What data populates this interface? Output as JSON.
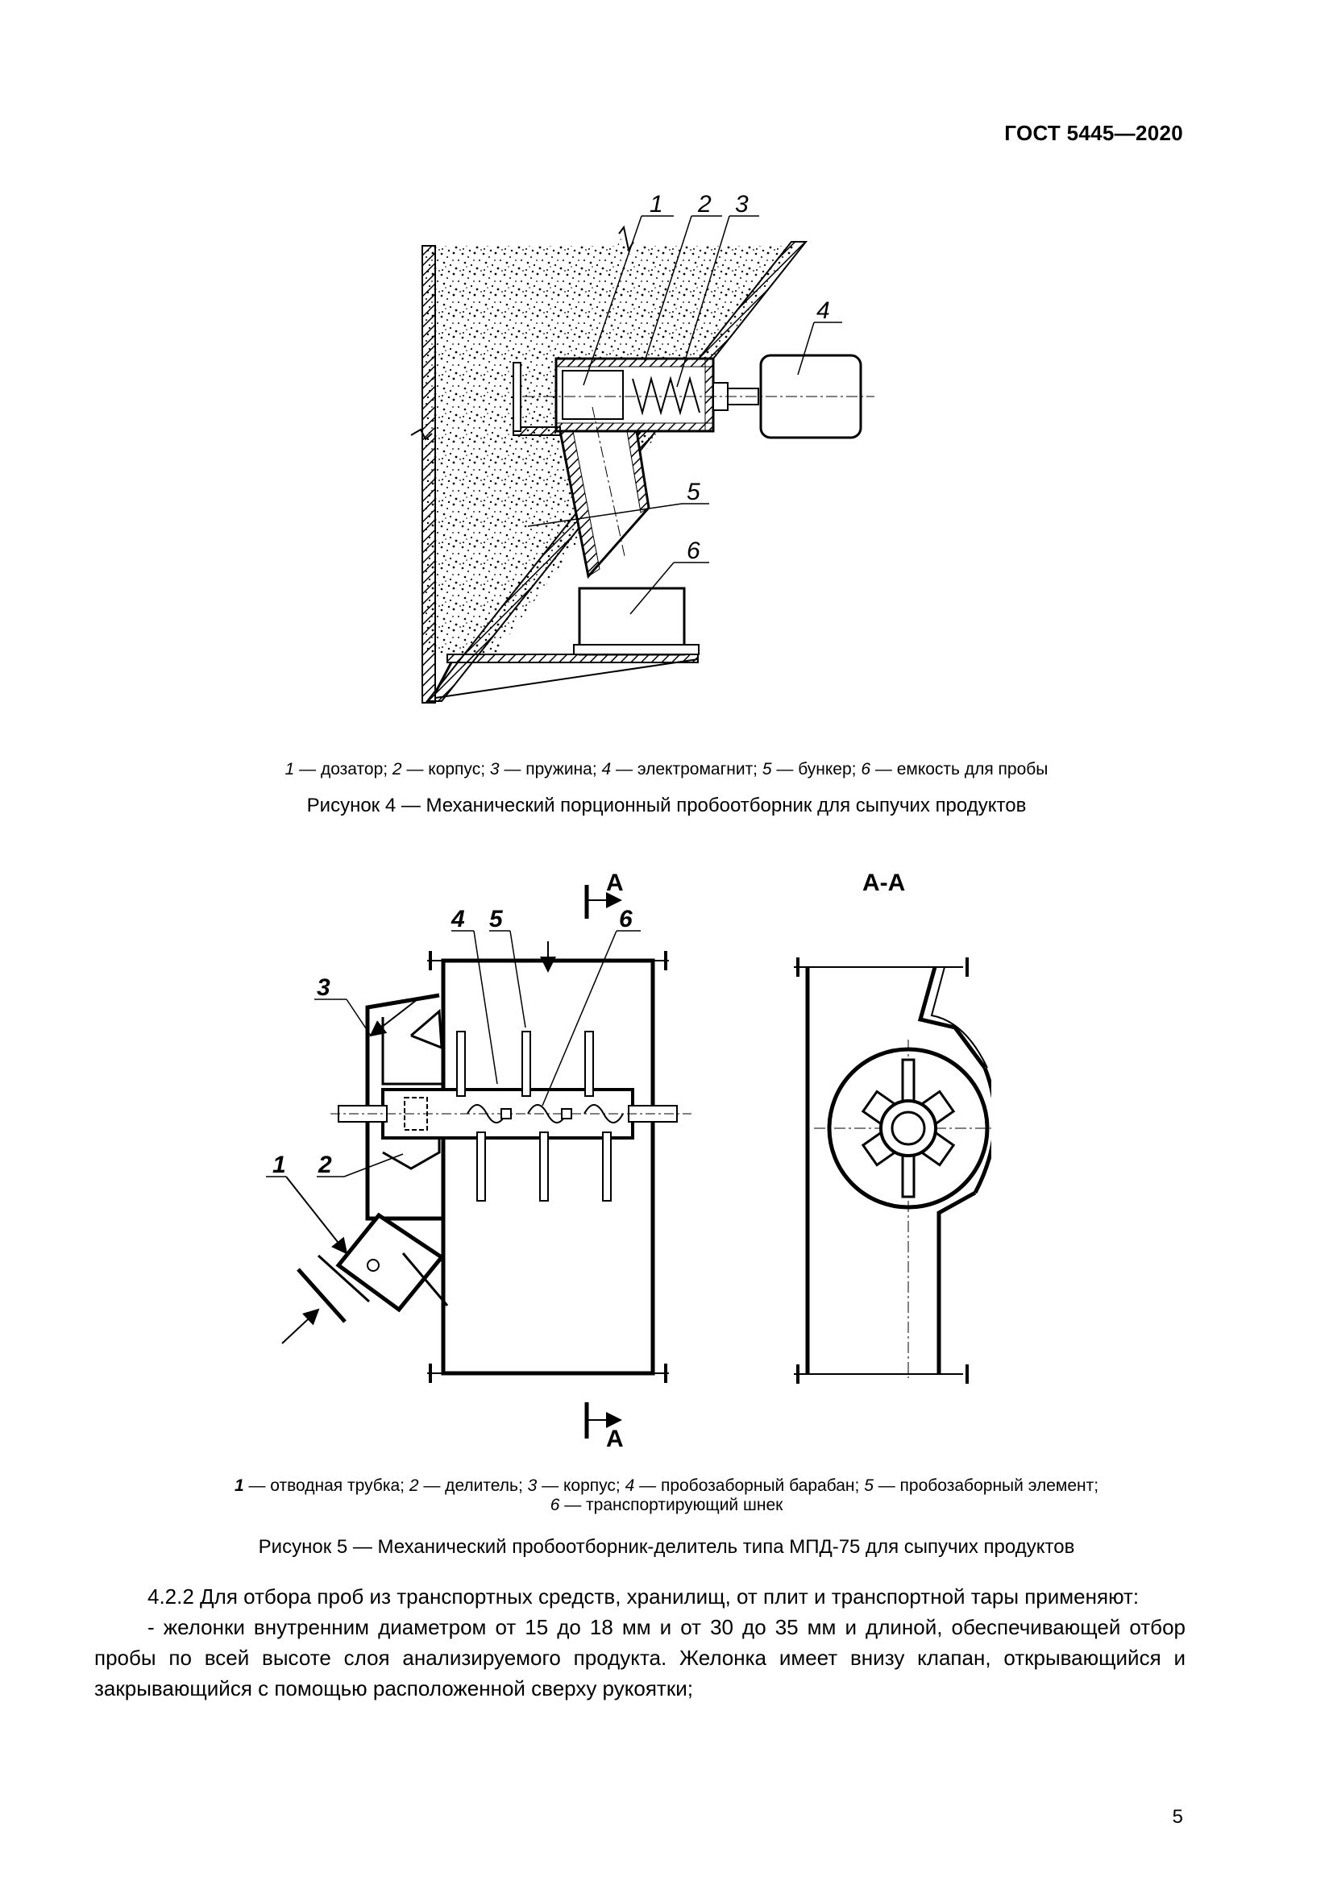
{
  "header": {
    "standard": "ГОСТ 5445—2020"
  },
  "figure4": {
    "callouts": [
      "1",
      "2",
      "3",
      "4",
      "5",
      "6"
    ],
    "legend": [
      {
        "n": "1",
        "t": " — дозатор; "
      },
      {
        "n": "2",
        "t": " — корпус; "
      },
      {
        "n": "3",
        "t": " — пружина; "
      },
      {
        "n": "4",
        "t": " — электромагнит; "
      },
      {
        "n": "5",
        "t": " — бункер; "
      },
      {
        "n": "6",
        "t": " — емкость для пробы"
      }
    ],
    "caption": "Рисунок 4 — Механический порционный пробоотборник для сыпучих продуктов"
  },
  "figure5": {
    "section_label": "А-А",
    "section_mark": "А",
    "callouts": [
      "1",
      "2",
      "3",
      "4",
      "5",
      "6"
    ],
    "legend_line1": [
      {
        "n": "1",
        "t": " — отводная трубка; "
      },
      {
        "n": "2",
        "t": " — делитель; "
      },
      {
        "n": "3",
        "t": " — корпус; "
      },
      {
        "n": "4",
        "t": " — пробозаборный барабан; "
      },
      {
        "n": "5",
        "t": " — пробозаборный элемент;"
      }
    ],
    "legend_line2": [
      {
        "n": "6",
        "t": " — транспортирующий шнек"
      }
    ],
    "caption": "Рисунок 5 — Механический пробоотборник-делитель типа МПД-75 для сыпучих продуктов"
  },
  "body": {
    "p1": "4.2.2 Для отбора проб из транспортных средств, хранилищ, от плит и транспортной тары применяют:",
    "p2": "- желонки внутренним диаметром от 15 до 18 мм и от 30 до 35 мм и длиной, обеспечивающей отбор пробы по всей высоте слоя анализируемого продукта. Желонка имеет внизу клапан, открывающийся и закрывающийся с помощью расположенной сверху рукоятки;"
  },
  "page_number": "5"
}
